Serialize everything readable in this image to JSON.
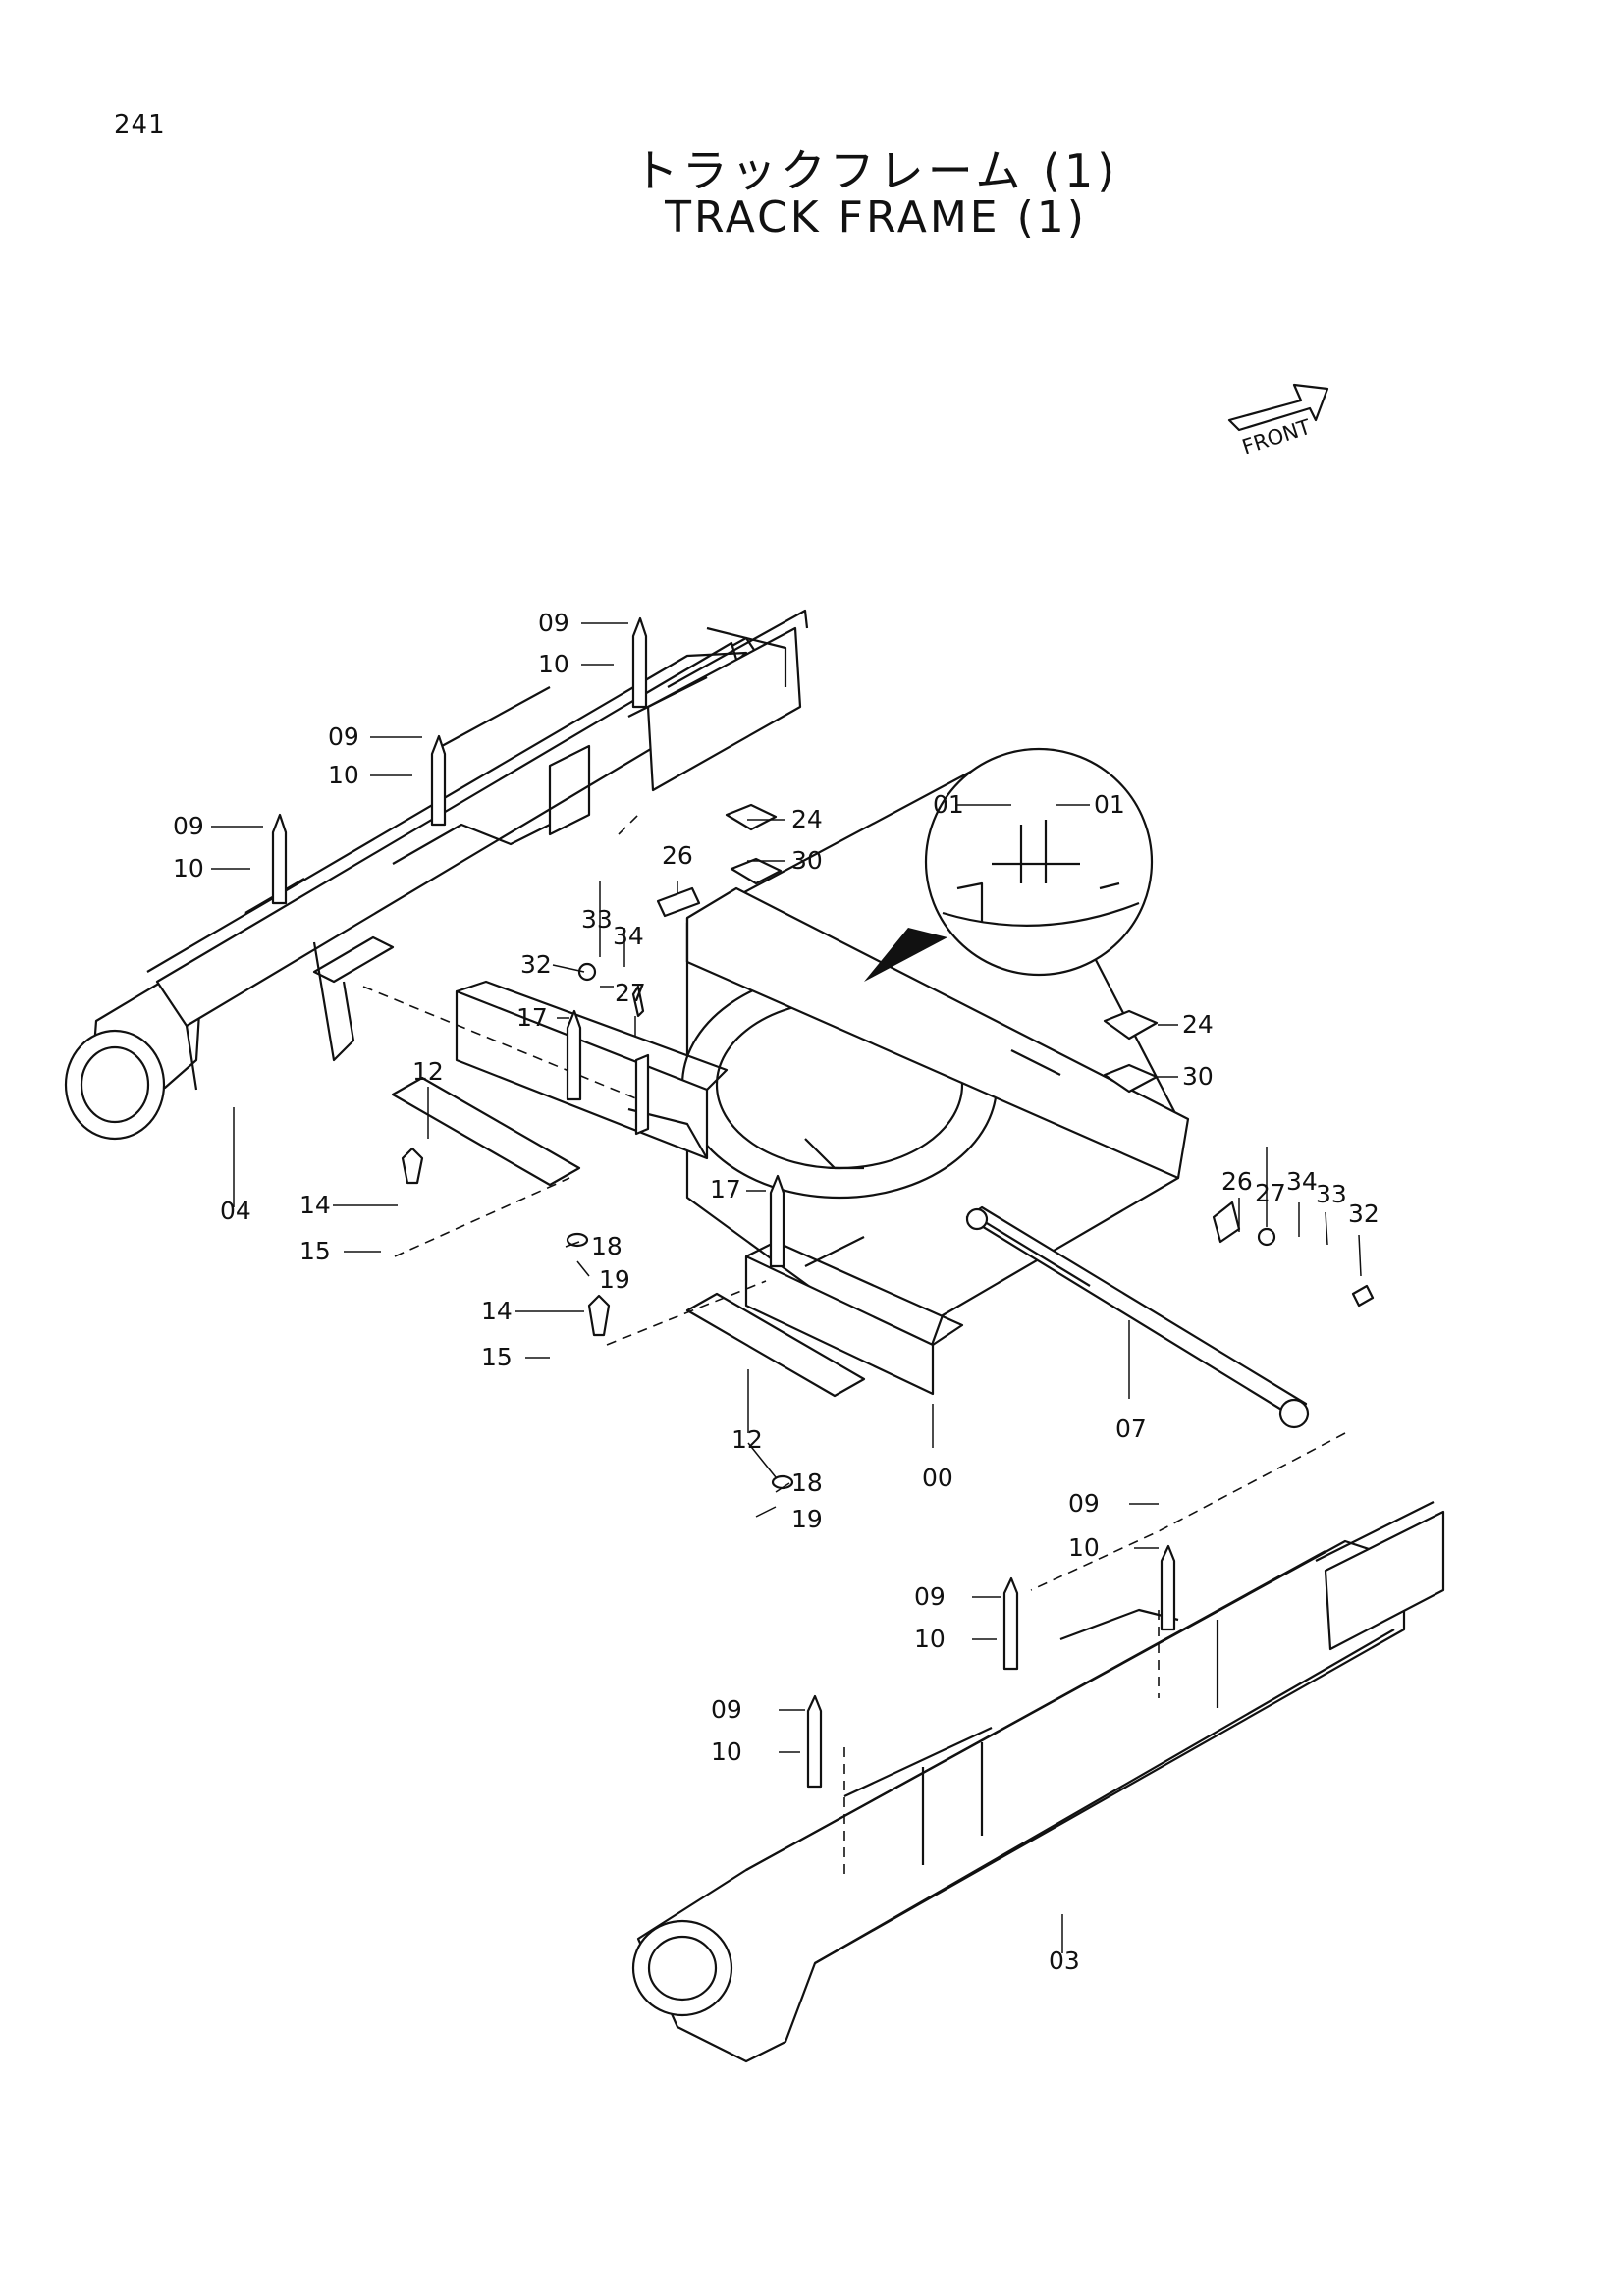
{
  "page": {
    "number": "241"
  },
  "title": {
    "japanese": "トラックフレーム (1)",
    "english": "TRACK FRAME (1)"
  },
  "front_indicator": "FRONT",
  "parts": {
    "p00": "00",
    "p01a": "01",
    "p01b": "01",
    "p03": "03",
    "p04": "04",
    "p07": "07",
    "p09a": "09",
    "p09b": "09",
    "p09c": "09",
    "p09d": "09",
    "p09e": "09",
    "p09f": "09",
    "p10a": "10",
    "p10b": "10",
    "p10c": "10",
    "p10d": "10",
    "p10e": "10",
    "p10f": "10",
    "p12a": "12",
    "p12b": "12",
    "p14a": "14",
    "p14b": "14",
    "p15a": "15",
    "p15b": "15",
    "p17a": "17",
    "p17b": "17",
    "p18a": "18",
    "p18b": "18",
    "p19a": "19",
    "p19b": "19",
    "p24a": "24",
    "p24b": "24",
    "p26a": "26",
    "p26b": "26",
    "p27a": "27",
    "p27b": "27",
    "p30a": "30",
    "p30b": "30",
    "p32a": "32",
    "p32b": "32",
    "p33a": "33",
    "p33b": "33",
    "p34a": "34",
    "p34b": "34"
  }
}
